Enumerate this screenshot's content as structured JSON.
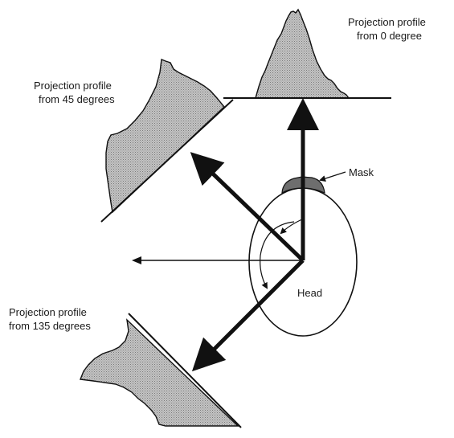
{
  "labels": {
    "profile_0_line1": "Projection profile",
    "profile_0_line2": "from 0 degree",
    "profile_45_line1": "Projection profile",
    "profile_45_line2": "from 45 degrees",
    "profile_135_line1": "Projection profile",
    "profile_135_line2": "from 135 degrees",
    "mask": "Mask",
    "head": "Head"
  },
  "colors": {
    "ink": "#111111",
    "profile_fill": "#b8b8b8",
    "mask_fill": "#6e6e6e",
    "head_fill": "#ffffff"
  }
}
